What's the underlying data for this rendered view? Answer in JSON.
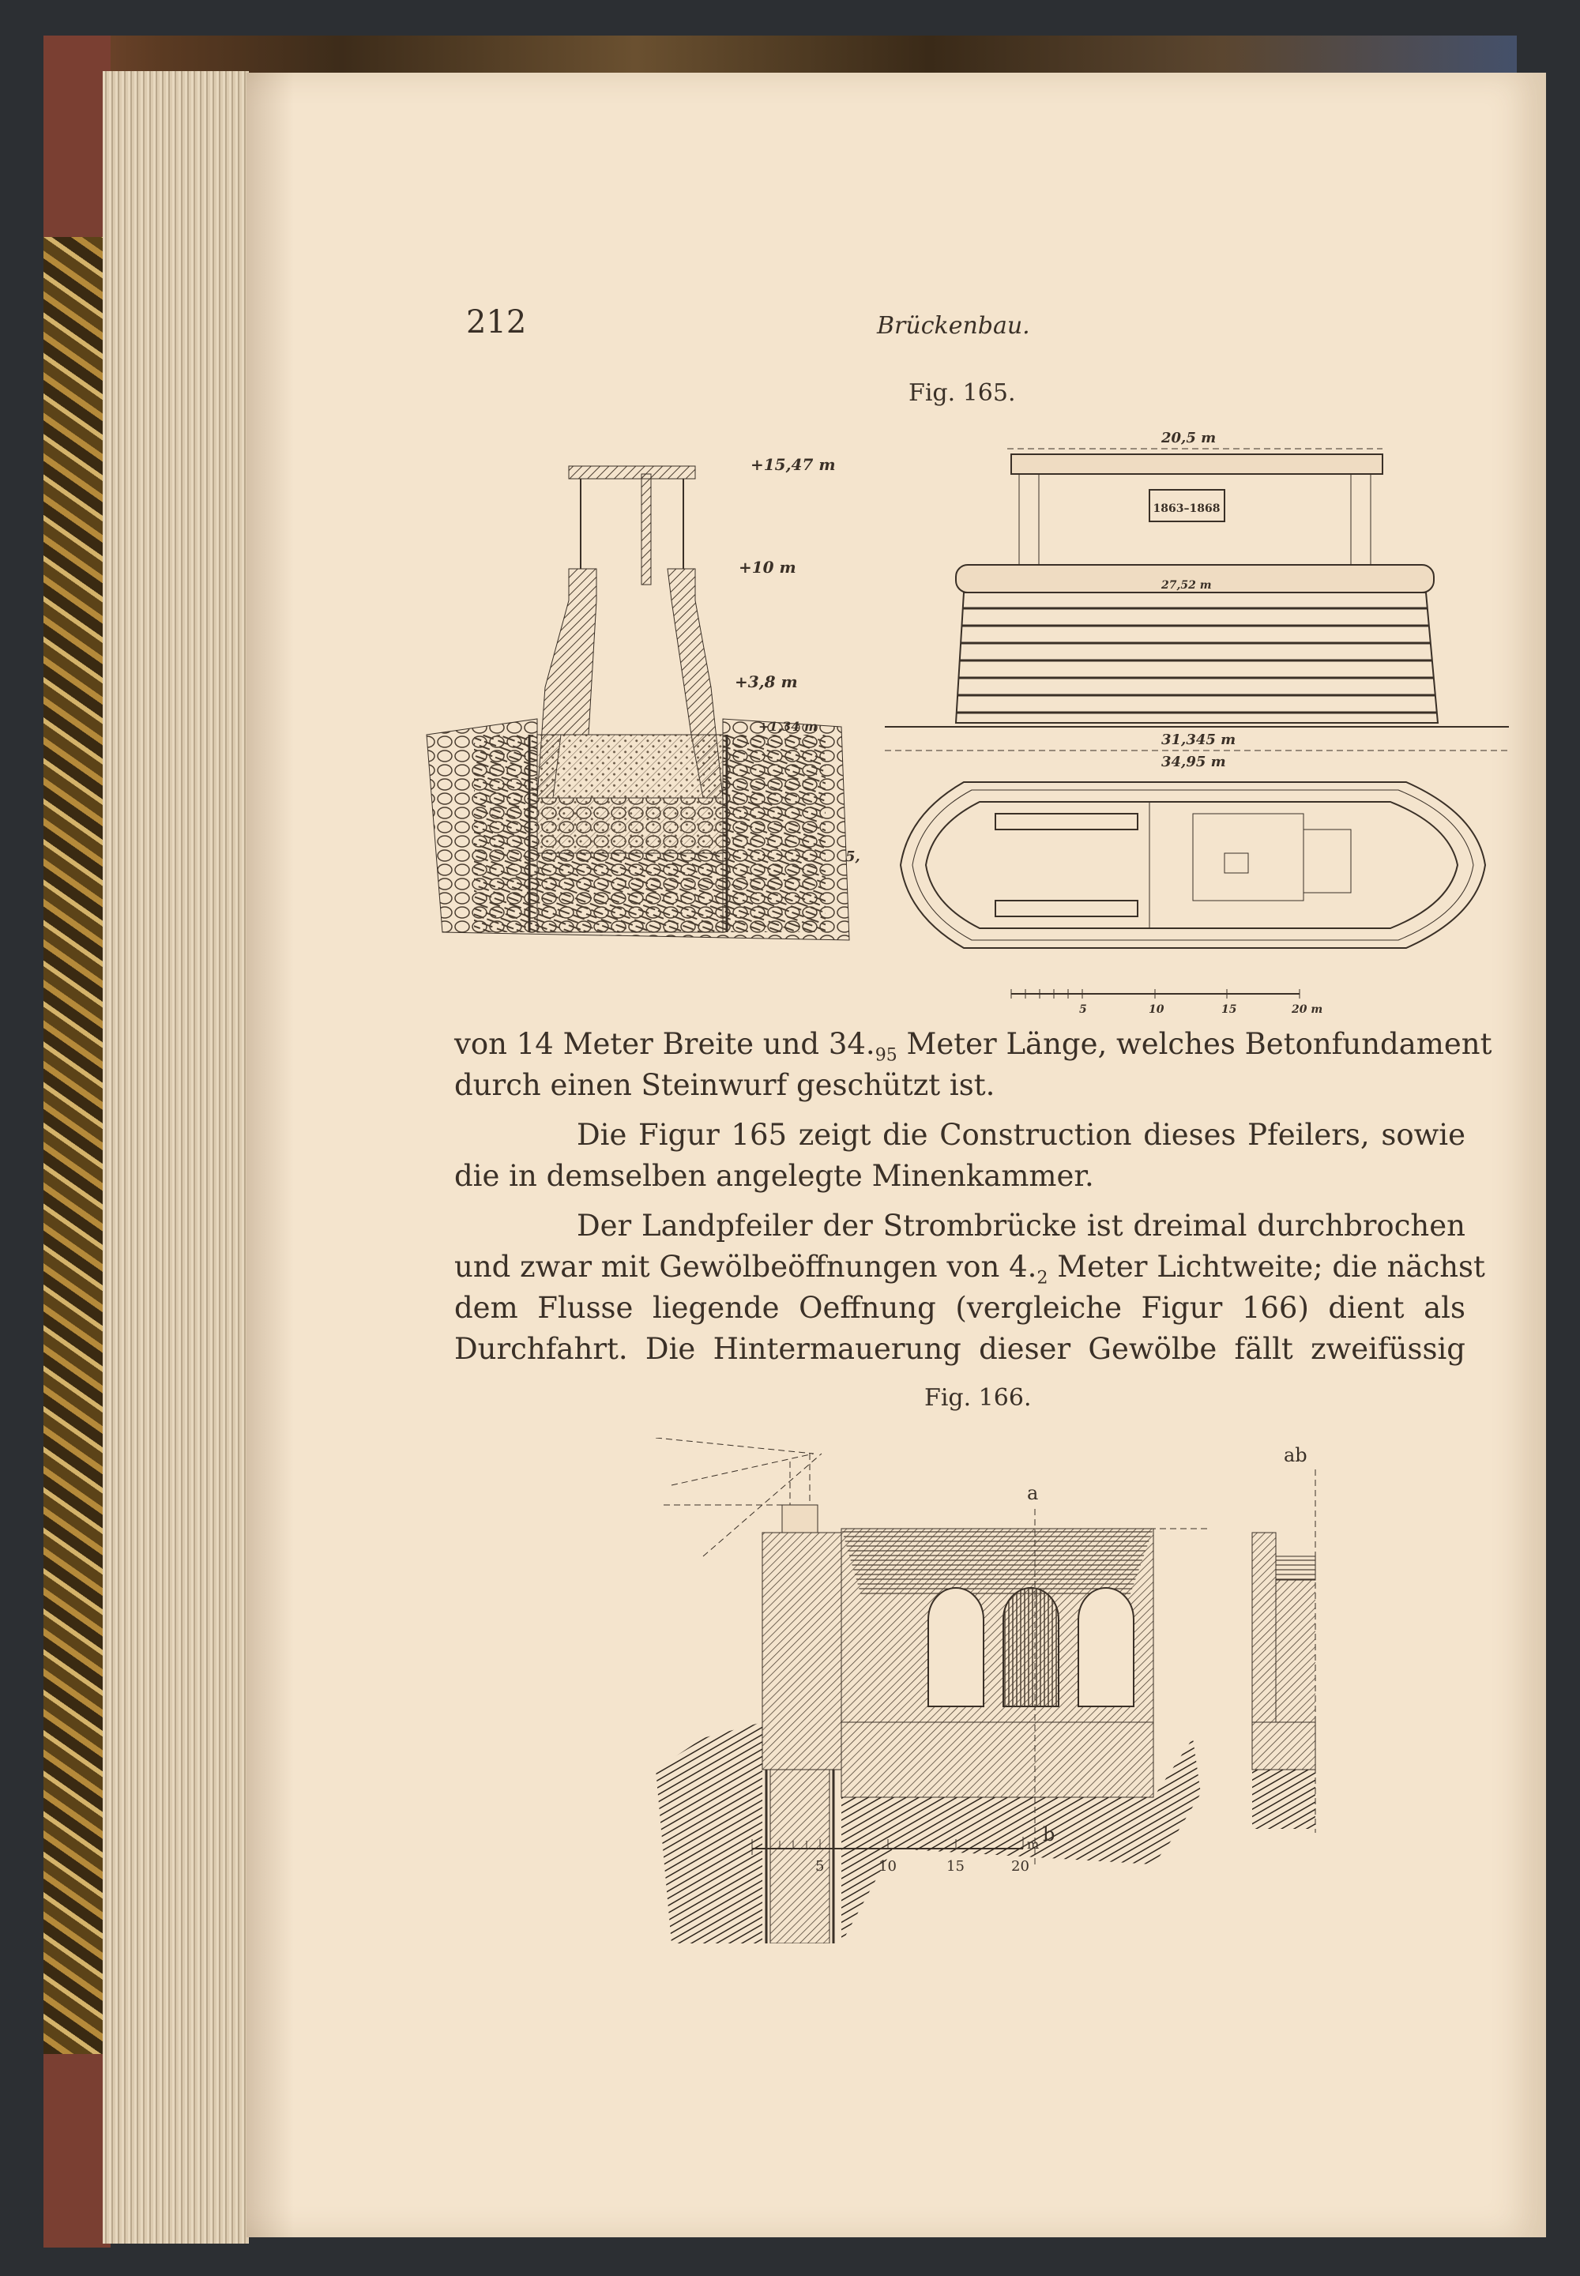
{
  "header": {
    "page_number": "212",
    "running_title": "Brückenbau."
  },
  "figure_165": {
    "caption": "Fig. 165.",
    "section_labels": [
      "+15,47 m",
      "+10 m",
      "+3,8 m",
      "+1,34 m",
      "5,16"
    ],
    "elevation_labels": {
      "top_width": "20,5 m",
      "plaque": "1863–1868",
      "mid_width": "27,52 m",
      "base_width": "31,345 m",
      "foundation_width": "34,95 m"
    },
    "scale_bar": [
      "5",
      "10",
      "15",
      "20 m"
    ]
  },
  "paragraphs": [
    {
      "lines": [
        "von 14 Meter Breite und 34.",
        "95",
        " Meter Länge, welches Betonfundament",
        "durch einen Steinwurf geschützt ist."
      ]
    },
    {
      "lines": [
        "Die Figur 165 zeigt die Construction dieses Pfeilers, sowie",
        "die in demselben angelegte Minenkammer."
      ]
    },
    {
      "lines": [
        "Der Landpfeiler der Strombrücke ist dreimal durchbrochen",
        "und zwar mit Gewölbeöffnungen von 4.",
        "2",
        " Meter Lichtweite; die nächst",
        "dem Flusse liegende Oeffnung (vergleiche Figur 166) dient als",
        "Durchfahrt. Die Hintermauerung dieser Gewölbe fällt zweifüssig"
      ]
    }
  ],
  "figure_166": {
    "caption": "Fig. 166.",
    "section_labels": [
      "a",
      "b",
      "ab"
    ],
    "scale_bar": [
      "5",
      "10",
      "15",
      "20",
      "m"
    ]
  }
}
